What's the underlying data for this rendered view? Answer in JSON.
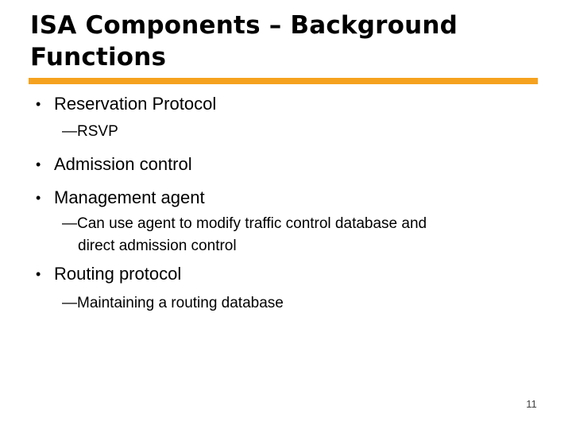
{
  "slide": {
    "title": "ISA Components – Background Functions",
    "accent_color": "#F5A21F",
    "page_number": "11",
    "bullets": [
      {
        "level": 1,
        "marker": "•",
        "text": "Reservation Protocol"
      },
      {
        "level": 2,
        "marker": "—",
        "text": "RSVP"
      },
      {
        "level": 1,
        "marker": "•",
        "text": "Admission control"
      },
      {
        "level": 1,
        "marker": "•",
        "text": "Management agent"
      },
      {
        "level": 2,
        "marker": "—",
        "text": "Can use agent to modify traffic control database and direct admission control"
      },
      {
        "level": 1,
        "marker": "•",
        "text": "Routing protocol"
      },
      {
        "level": 2,
        "marker": "—",
        "text": "Maintaining a routing database"
      }
    ]
  }
}
